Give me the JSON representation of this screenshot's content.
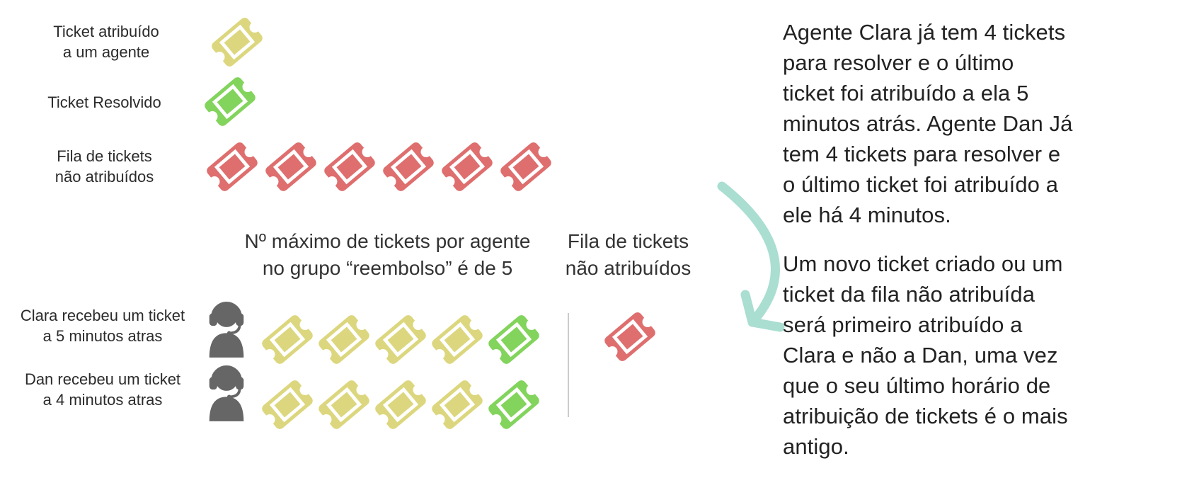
{
  "palette": {
    "assigned": "#dcd77e",
    "resolved": "#82d45c",
    "unassigned": "#df6e6e",
    "agent": "#666666",
    "arrow": "#a9ded1",
    "divider": "#cbcbcb"
  },
  "legend": {
    "assigned_label": "Ticket atribuído\na um agente",
    "resolved_label": "Ticket Resolvido",
    "queue_label": "Fila de tickets\nnão atribuídos",
    "assigned_ticket": [
      "assigned"
    ],
    "resolved_ticket": [
      "resolved"
    ],
    "queue_tickets": [
      "unassigned",
      "unassigned",
      "unassigned",
      "unassigned",
      "unassigned",
      "unassigned"
    ]
  },
  "rule_title": "Nº máximo de tickets por agente\nno grupo “reembolso” é de 5",
  "queue_section": {
    "label": "Fila de tickets\nnão atribuídos",
    "tickets": [
      "unassigned"
    ]
  },
  "agents": [
    {
      "label": "Clara recebeu um ticket\na 5 minutos atras",
      "tickets": [
        "assigned",
        "assigned",
        "assigned",
        "assigned",
        "resolved"
      ]
    },
    {
      "label": "Dan recebeu um ticket\na 4 minutos atras",
      "tickets": [
        "assigned",
        "assigned",
        "assigned",
        "assigned",
        "resolved"
      ]
    }
  ],
  "paragraphs": {
    "p1": "Agente Clara já tem 4 tickets\npara resolver e o último\nticket foi atribuído a ela 5\nminutos atrás. Agente Dan Já\ntem 4 tickets para resolver e\no último ticket foi atribuído a\nele há 4 minutos.",
    "p2": "Um novo ticket criado ou um\nticket da fila não atribuída\nserá primeiro atribuído a\nClara e não a Dan, uma vez\nque o seu último horário de\natribuição de tickets é o mais\nantigo."
  }
}
